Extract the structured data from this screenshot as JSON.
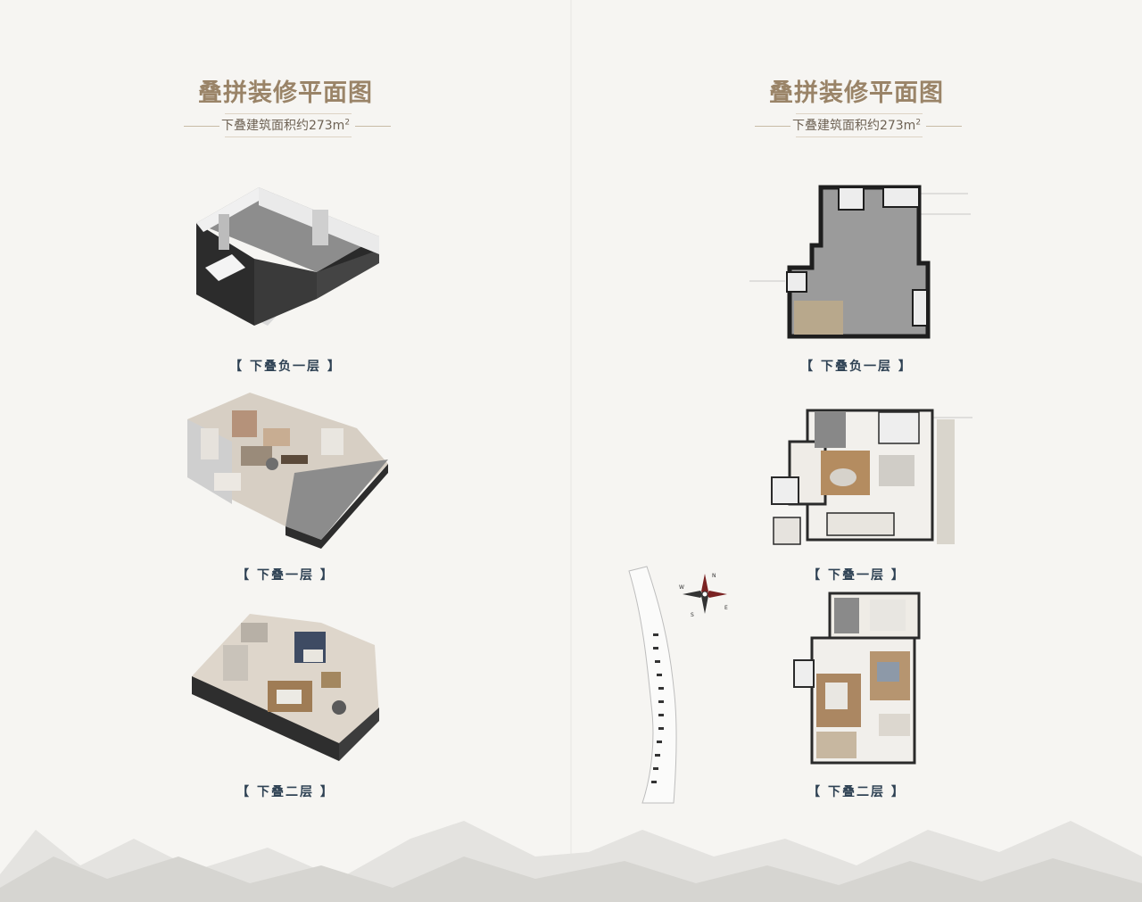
{
  "left_page": {
    "title": "叠拼装修平面图",
    "subtitle_prefix": "下叠建筑面积约273m",
    "subtitle_sup": "2",
    "labels": [
      "【 下叠负一层 】",
      "【 下叠一层 】",
      "【 下叠二层 】"
    ]
  },
  "right_page": {
    "title": "叠拼装修平面图",
    "subtitle_prefix": "下叠建筑面积约273m",
    "subtitle_sup": "2",
    "labels": [
      "【 下叠负一层 】",
      "【 下叠一层 】",
      "【 下叠二层 】"
    ]
  },
  "compass": {
    "n": "N",
    "s": "S",
    "e": "E",
    "w": "W"
  },
  "colors": {
    "title": "#9a8468",
    "label": "#2f4254",
    "floor_gray": "#8e8e8e",
    "wall_dark": "#2b2b2b",
    "wood": "#a9845f"
  }
}
